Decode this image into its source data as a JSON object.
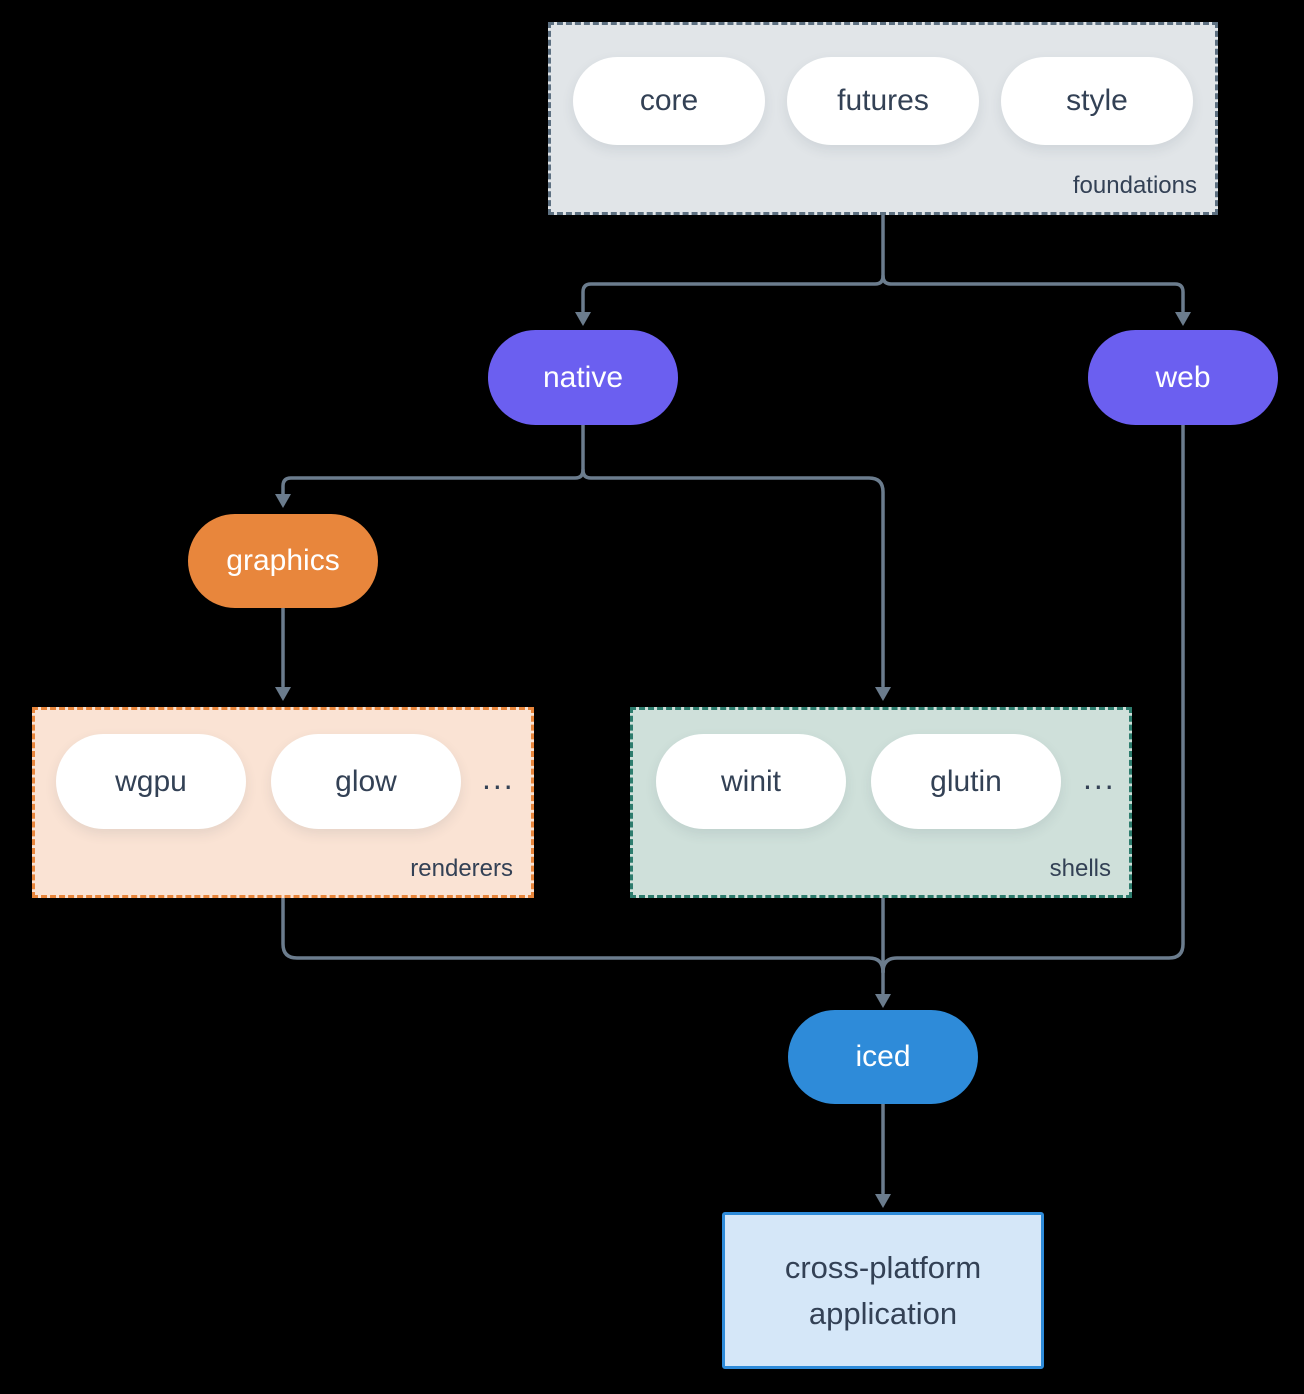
{
  "nodes": {
    "foundations": {
      "pills": [
        "core",
        "futures",
        "style"
      ],
      "label": "foundations"
    },
    "native": {
      "label": "native"
    },
    "web": {
      "label": "web"
    },
    "graphics": {
      "label": "graphics"
    },
    "renderers": {
      "pills": [
        "wgpu",
        "glow"
      ],
      "ellipsis": "...",
      "label": "renderers"
    },
    "shells": {
      "pills": [
        "winit",
        "glutin"
      ],
      "ellipsis": "...",
      "label": "shells"
    },
    "iced": {
      "label": "iced"
    },
    "application": {
      "lines": [
        "cross-platform",
        "application"
      ]
    }
  },
  "colors": {
    "background": "#000000",
    "arrow": "#6b7c8d",
    "purple": "#6b5ff0",
    "orange": "#e8863c",
    "blue": "#2e8bd9",
    "foundations_fill": "#e1e5e8",
    "foundations_border": "#5d7081",
    "renderers_fill": "#fae3d4",
    "renderers_border": "#e8863c",
    "shells_fill": "#cfe0da",
    "shells_border": "#2e7d6e",
    "application_fill": "#d5e7f8",
    "application_border": "#2e8bd9",
    "text_dark": "#334155",
    "text_light": "#ffffff"
  }
}
